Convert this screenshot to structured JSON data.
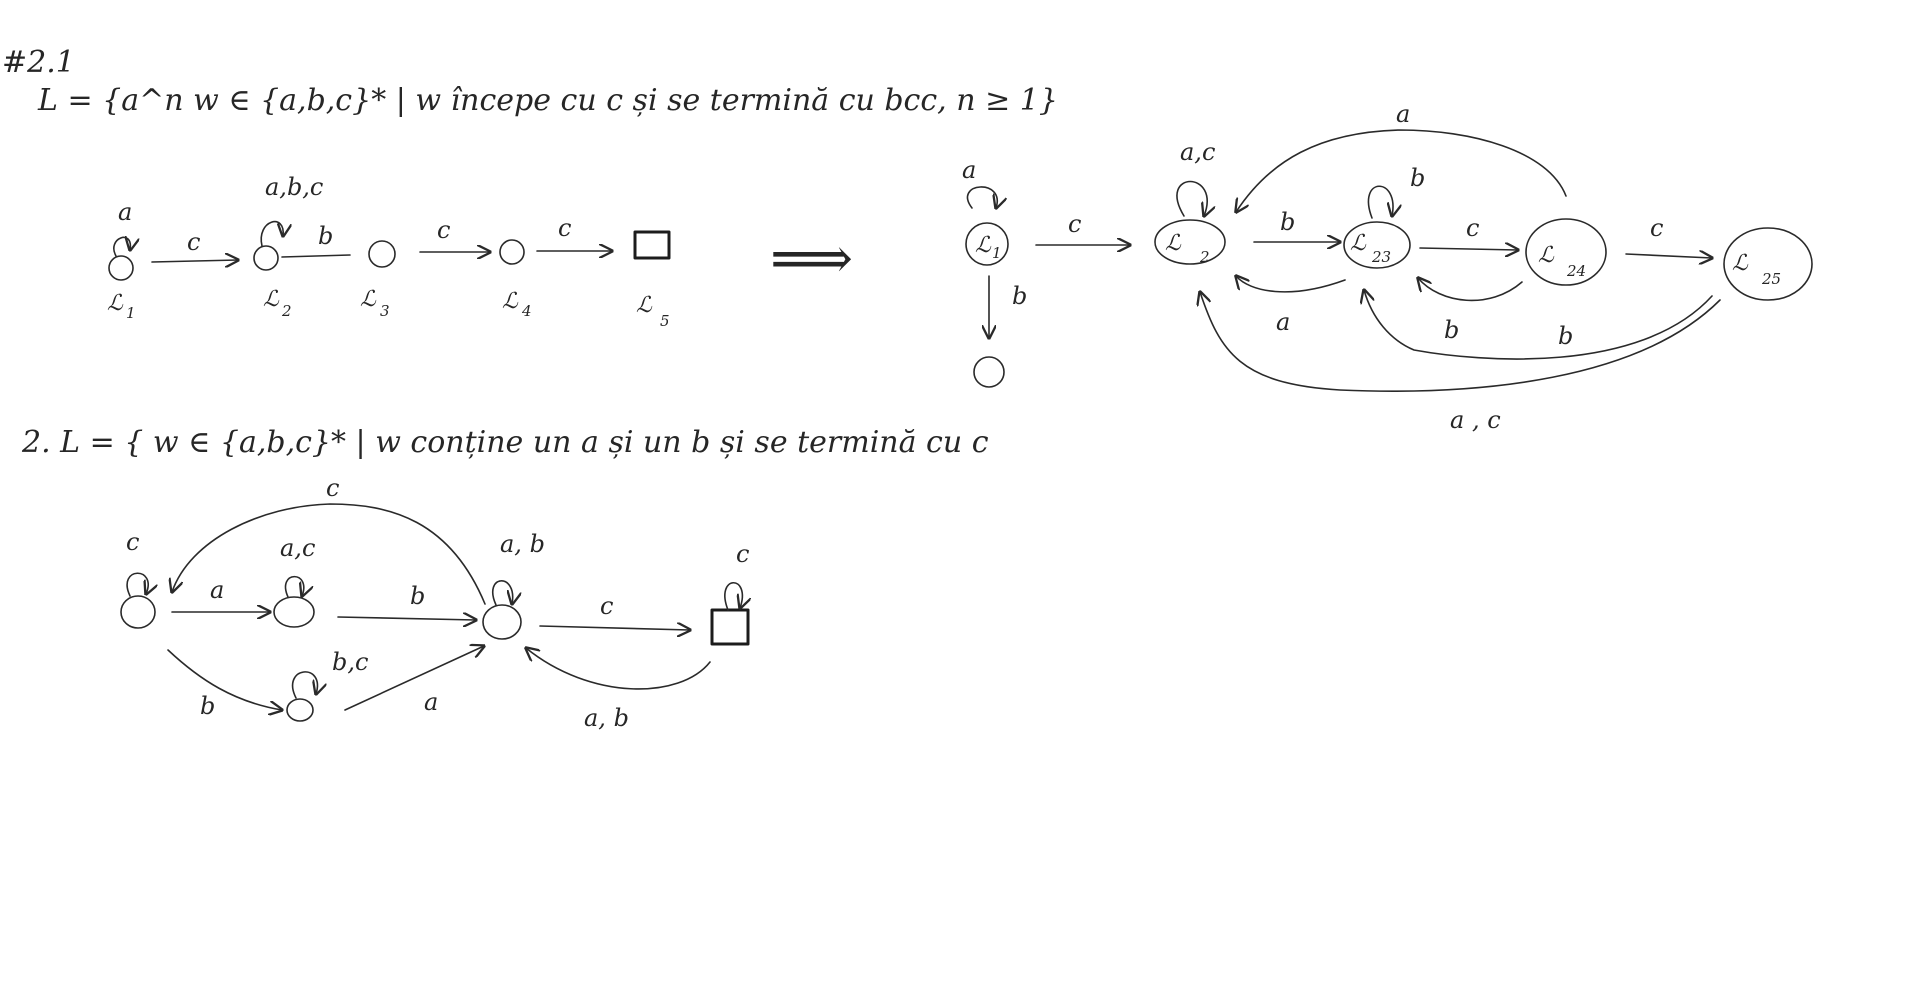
{
  "header": {
    "label": "#2.1",
    "definition_1": "L = {a^n w ∈ {a,b,c}* | w începe cu c și se termină cu bcc, n ≥ 1}"
  },
  "section1": {
    "nfa": {
      "states": [
        {
          "id": "q1",
          "name": "ℒ",
          "sub": "1"
        },
        {
          "id": "q2",
          "name": "ℒ",
          "sub": "2"
        },
        {
          "id": "q3",
          "name": "ℒ",
          "sub": "3"
        },
        {
          "id": "q4",
          "name": "ℒ",
          "sub": "4"
        },
        {
          "id": "q5",
          "name": "ℒ",
          "sub": "5"
        }
      ],
      "loops": {
        "q1": "a",
        "q2": "a,b,c"
      },
      "edges": {
        "q1_q2": "c",
        "q2_q3": "b",
        "q3_q4": "c",
        "q4_q5": "c"
      }
    },
    "implies": "⟹",
    "dfa": {
      "states": [
        {
          "id": "d1",
          "name": "ℒ",
          "sub": "1"
        },
        {
          "id": "d2",
          "name": "ℒ",
          "sub": "2"
        },
        {
          "id": "d3",
          "name": "ℒ",
          "sub": "23"
        },
        {
          "id": "d4",
          "name": "ℒ",
          "sub": "24"
        },
        {
          "id": "d5",
          "name": "ℒ",
          "sub": "25"
        }
      ],
      "loops": {
        "d1": "a",
        "d2": "a,c",
        "d3": "b"
      },
      "edges": {
        "d1_d2": "c",
        "d1_dead": "b",
        "d2_d3": "b",
        "d3_d4": "c",
        "d4_d5": "c",
        "d3_d2": "a",
        "d4_d3": "b",
        "d5_d3": "b",
        "d4_d2": "a",
        "d5_d2": "a , c"
      }
    }
  },
  "section2": {
    "definition_2": "2. L = { w ∈ {a,b,c}* | w conține un a și un b și se termină cu c",
    "dfa": {
      "loops": {
        "s0": "c",
        "sa": "a,c",
        "sb": "b,c",
        "sab": "a, b",
        "sf": "c"
      },
      "edges": {
        "s0_sa": "a",
        "s0_sb": "b",
        "sa_sab": "b",
        "sb_sab": "a",
        "sab_sf": "c",
        "sf_sab": "a, b",
        "sab_s0": "c"
      }
    }
  }
}
